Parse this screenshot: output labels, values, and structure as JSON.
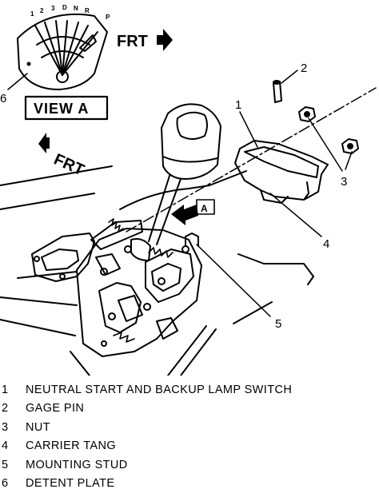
{
  "view_a": {
    "gear_letters": [
      "1",
      "2",
      "3",
      "D",
      "N",
      "R",
      "P"
    ],
    "frt_label": "FRT",
    "view_label": "VIEW A"
  },
  "main_view": {
    "frt_label": "FRT",
    "arrow_label": "A"
  },
  "callouts": [
    "1",
    "2",
    "3",
    "4",
    "5",
    "6"
  ],
  "legend": [
    {
      "num": "1",
      "text": "NEUTRAL START AND BACKUP LAMP SWITCH"
    },
    {
      "num": "2",
      "text": "GAGE PIN"
    },
    {
      "num": "3",
      "text": "NUT"
    },
    {
      "num": "4",
      "text": "CARRIER TANG"
    },
    {
      "num": "5",
      "text": "MOUNTING STUD"
    },
    {
      "num": "6",
      "text": "DETENT PLATE"
    }
  ]
}
